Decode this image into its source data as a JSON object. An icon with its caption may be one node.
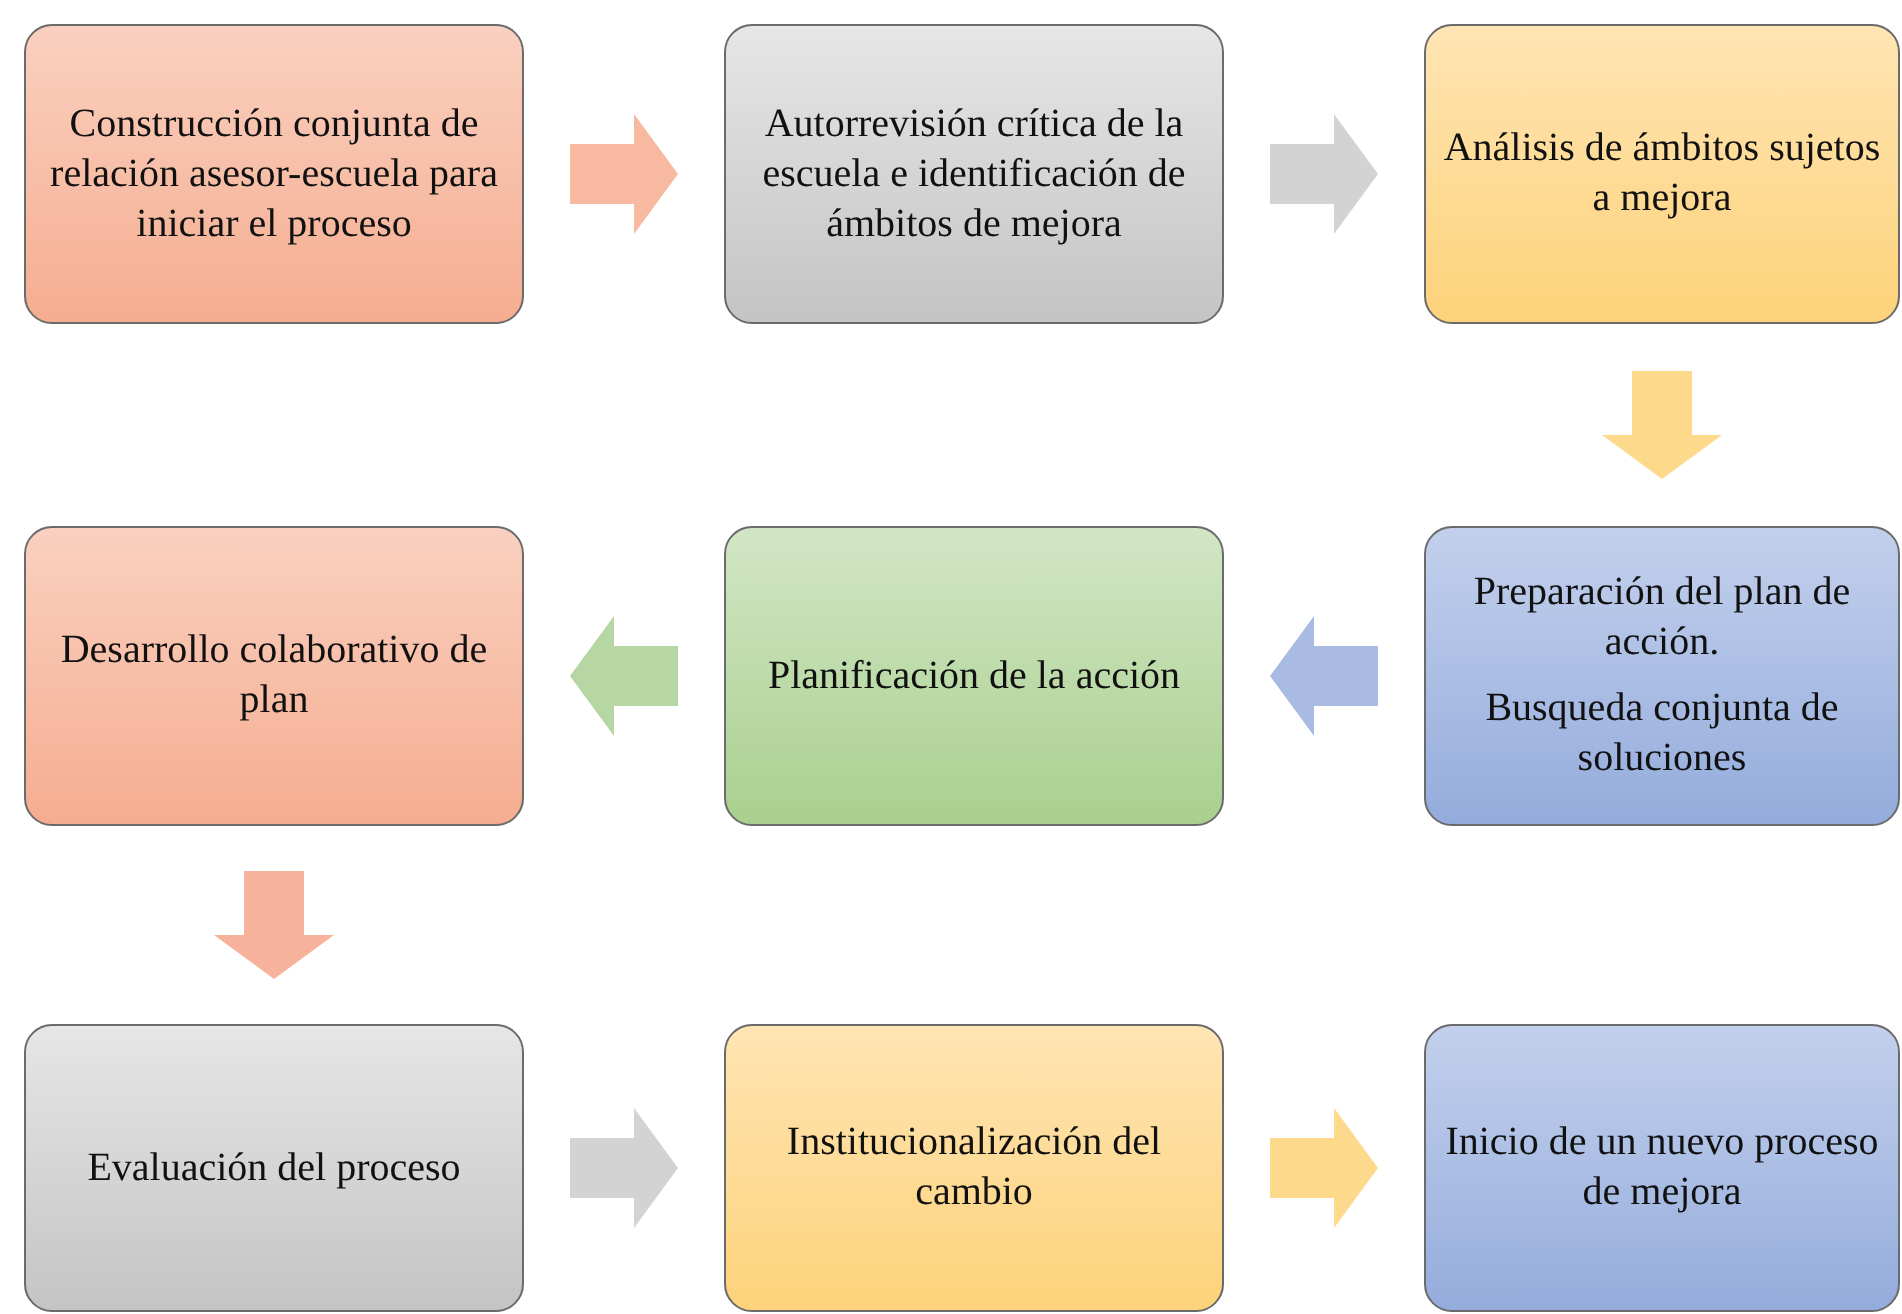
{
  "diagram": {
    "nodes": [
      {
        "text": [
          "Construcción conjunta de relación asesor-escuela para iniciar el proceso"
        ]
      },
      {
        "text": [
          "Autorrevisión crítica de la escuela e identificación de ámbitos de mejora"
        ]
      },
      {
        "text": [
          "Análisis de ámbitos sujetos a mejora"
        ]
      },
      {
        "text": [
          "Desarrollo colaborativo de plan"
        ]
      },
      {
        "text": [
          "Planificación de la acción"
        ]
      },
      {
        "text": [
          "Preparación del plan de acción.",
          "Busqueda conjunta de soluciones"
        ]
      },
      {
        "text": [
          "Evaluación del proceso"
        ]
      },
      {
        "text": [
          "Institucionalización del cambio"
        ]
      },
      {
        "text": [
          "Inicio de un nuevo proceso de mejora"
        ]
      }
    ],
    "edges": [
      {
        "from": 0,
        "to": 1,
        "arrow": "to",
        "style": "thick",
        "color": "#f7b9a0"
      },
      {
        "from": 1,
        "to": 2,
        "arrow": "to",
        "style": "thick",
        "color": "#d3d3d3"
      },
      {
        "from": 2,
        "to": 5,
        "arrow": "to",
        "style": "thick",
        "color": "#fdd98c"
      },
      {
        "from": 5,
        "to": 4,
        "arrow": "to",
        "style": "thick",
        "color": "#a9bbe3"
      },
      {
        "from": 4,
        "to": 3,
        "arrow": "to",
        "style": "thick",
        "color": "#b6d7a3"
      },
      {
        "from": 3,
        "to": 6,
        "arrow": "to",
        "style": "thick",
        "color": "#f7b29c"
      },
      {
        "from": 6,
        "to": 7,
        "arrow": "to",
        "style": "thick",
        "color": "#d3d3d3"
      },
      {
        "from": 7,
        "to": 8,
        "arrow": "to",
        "style": "thick",
        "color": "#fdd98c"
      }
    ]
  }
}
